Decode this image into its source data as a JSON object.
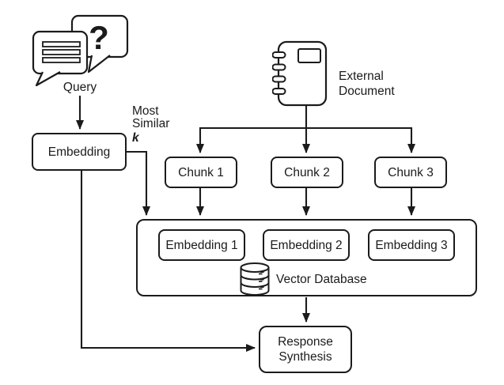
{
  "diagram": {
    "query": {
      "label": "Query",
      "question_mark": "?"
    },
    "embedding": {
      "label": "Embedding"
    },
    "most_similar": {
      "label": "Most Similar",
      "k": "k"
    },
    "external_document": {
      "label": "External Document"
    },
    "chunks": [
      {
        "label": "Chunk 1"
      },
      {
        "label": "Chunk 2"
      },
      {
        "label": "Chunk 3"
      }
    ],
    "embeddings": [
      {
        "label": "Embedding 1"
      },
      {
        "label": "Embedding 2"
      },
      {
        "label": "Embedding 3"
      }
    ],
    "vector_database": {
      "label": "Vector Database"
    },
    "response_synthesis": {
      "label": "Response Synthesis"
    },
    "colors": {
      "stroke": "#1b1b1b",
      "background": "#ffffff",
      "text": "#1b1b1b"
    }
  }
}
